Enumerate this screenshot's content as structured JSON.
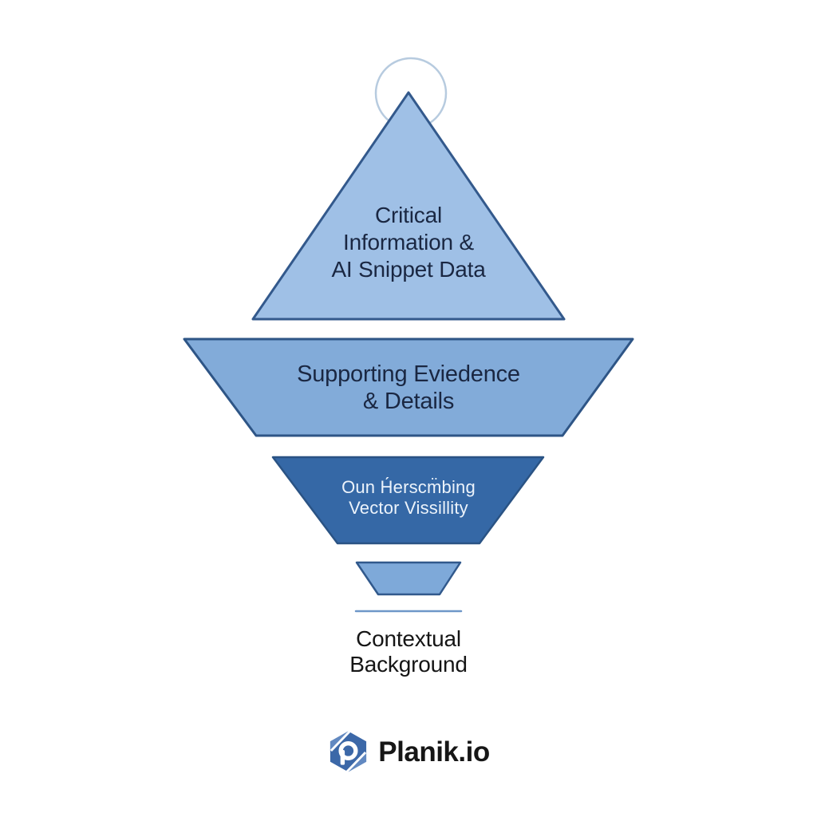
{
  "diagram": {
    "type": "inverted-pyramid-funnel",
    "tiers": [
      {
        "label": "Critical\nInformation &\nAI Snippet Data",
        "fill": "#9fc0e6",
        "stroke": "#33598c",
        "text_color": "#1a2742"
      },
      {
        "label": "Supporting Eviedence\n& Details",
        "fill": "#82abd9",
        "stroke": "#2e5586",
        "text_color": "#1a2742"
      },
      {
        "label": "Oun H́erscm̈bing\nVector Vissillity",
        "fill": "#3568a6",
        "stroke": "#2a5384",
        "text_color": "#ecf3fb"
      },
      {
        "label": "",
        "fill": "#7ea9d9",
        "stroke": "#31598c",
        "text_color": ""
      },
      {
        "label": "Contextual\nBackground",
        "fill": "",
        "stroke": "",
        "text_color": "#151515"
      }
    ],
    "decorations": {
      "apex_circle_stroke": "#b7cbdf",
      "divider_color": "#6e97c8"
    }
  },
  "footer": {
    "brand_name": "Planik.io",
    "brand_color": "#161616",
    "logo_primary": "#3c68a8",
    "logo_secondary": "#6289c1"
  }
}
